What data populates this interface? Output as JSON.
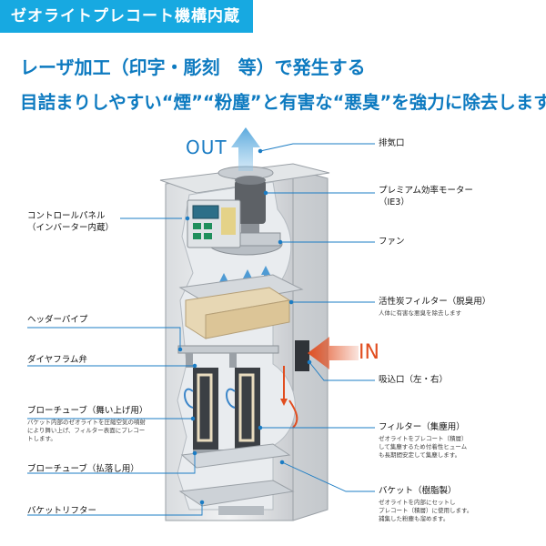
{
  "banner": {
    "title": "ゼオライトプレコート機構内蔵"
  },
  "headline": {
    "line1": "レーザ加工（印字・彫刻　等）で発生する",
    "line2": "目詰まりしやすい“煙”“粉塵”と有害な“悪臭”を強力に除去します"
  },
  "flow": {
    "out": "OUT",
    "in": "IN"
  },
  "labels": {
    "exhaust": "排気口",
    "motor1": "プレミアム効率モーター",
    "motor2": "（IE3）",
    "control1": "コントロールパネル",
    "control2": "（インバーター内蔵）",
    "fan": "ファン",
    "carbon": "活性炭フィルター（脱臭用）",
    "carbon_sub": "人体に有害な悪臭を除去します",
    "header_pipe": "ヘッダーパイプ",
    "diaphragm": "ダイヤフラム弁",
    "intake": "吸込口（左・右）",
    "blow_up": "ブローチューブ（舞い上げ用）",
    "blow_up_sub": [
      "バケット内部のゼオライトを圧縮空気の噴射",
      "により舞い上げ、フィルター表面にプレコー",
      "トします。"
    ],
    "filter": "フィルター（集塵用）",
    "filter_sub": [
      "ゼオライトをプレコート（積層）",
      "して集塵するため付着性ヒューム",
      "も長期間安定して集塵します。"
    ],
    "blow_down": "ブローチューブ（払落し用）",
    "bucket": "バケット（樹脂製）",
    "bucket_sub": [
      "ゼオライトを内部にセットし",
      "プレコート（積層）に使用します。",
      "捕集した粉塵も溜めます。"
    ],
    "lifter": "バケットリフター"
  },
  "colors": {
    "banner": "#17a9e1",
    "headline": "#0d7ac0",
    "out_arrow": "#5aa9dd",
    "in_arrow": "#e14d1f",
    "leader": "#1b7cc4"
  },
  "icons": {
    "out_arrow": "arrow-up-icon",
    "in_arrow": "arrow-left-icon"
  }
}
